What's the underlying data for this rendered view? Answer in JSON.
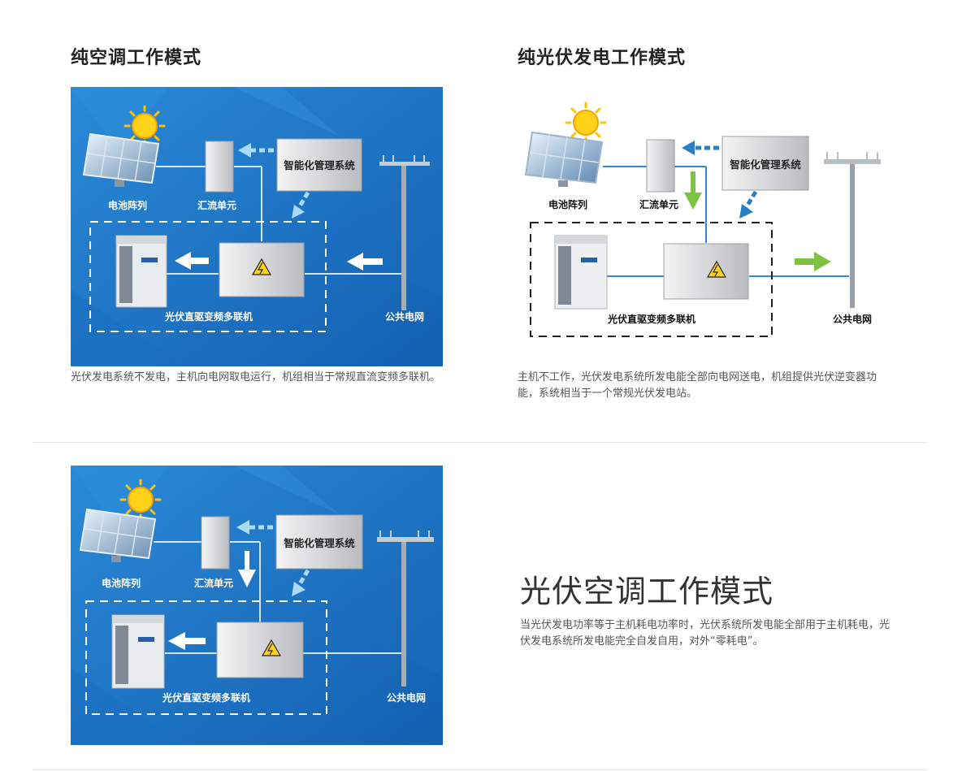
{
  "sections": {
    "pure_ac": {
      "title": "纯空调工作模式",
      "description": "光伏发电系统不发电，主机向电网取电运行，机组相当于常规直流变频多联机。"
    },
    "pure_pv": {
      "title": "纯光伏发电工作模式",
      "description": "主机不工作，光伏发电系统所发电能全部向电网送电，机组提供光伏逆变器功能，系统相当于一个常规光伏发电站。"
    },
    "pv_ac": {
      "title": "光伏空调工作模式",
      "description": "当光伏发电功率等于主机耗电功率时，光伏系统所发电能全部用于主机耗电，光伏发电系统所发电能完全自发自用，对外“零耗电”。"
    }
  },
  "diagram_labels": {
    "battery_array": "电池阵列",
    "combiner_unit": "汇流单元",
    "management_system": "智能化管理系统",
    "vrf_unit": "光伏直驱变频多联机",
    "public_grid": "公共电网"
  },
  "colors": {
    "diagram_blue": "#1f78c8",
    "arrow_light_blue": "#9fd3f5",
    "arrow_dark_blue": "#2a7fc4",
    "arrow_green": "#7dc242",
    "divider": "#e3e3e3"
  }
}
